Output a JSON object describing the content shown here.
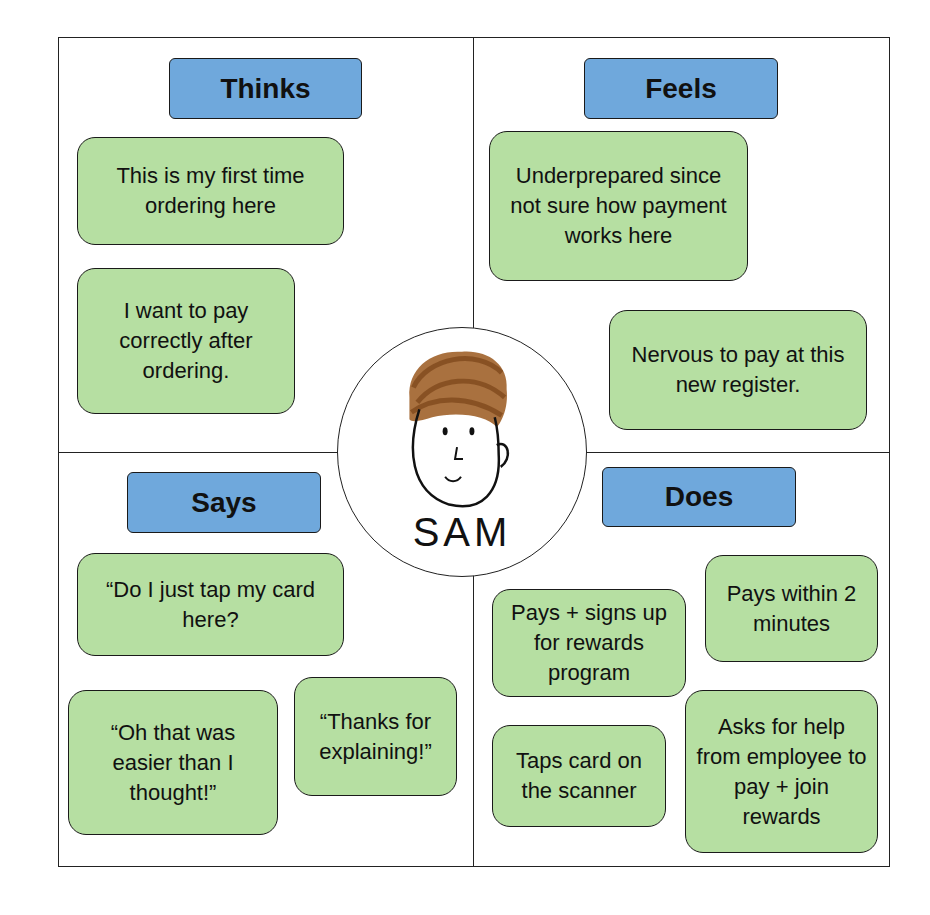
{
  "diagram": {
    "nodes": [
      {
        "text": [
          "Thinks"
        ]
      },
      {
        "text": [
          "This is my first time ordering here"
        ]
      },
      {
        "text": [
          "I want to pay correctly after ordering."
        ]
      },
      {
        "text": [
          "Feels"
        ]
      },
      {
        "text": [
          "Underprepared since not sure how payment works here"
        ]
      },
      {
        "text": [
          "Nervous to pay at this new register."
        ]
      },
      {
        "text": [
          "SAM"
        ]
      },
      {
        "text": [
          "Says"
        ]
      },
      {
        "text": [
          "“Do I just tap my card here?"
        ]
      },
      {
        "text": [
          "“Oh that was easier than I thought!”"
        ]
      },
      {
        "text": [
          "“Thanks for explaining!”"
        ]
      },
      {
        "text": [
          "Does"
        ]
      },
      {
        "text": [
          "Pays + signs up for rewards program"
        ]
      },
      {
        "text": [
          "Pays within 2 minutes"
        ]
      },
      {
        "text": [
          "Taps card on the scanner"
        ]
      },
      {
        "text": [
          "Asks for help from employee to pay + join rewards"
        ]
      }
    ]
  }
}
